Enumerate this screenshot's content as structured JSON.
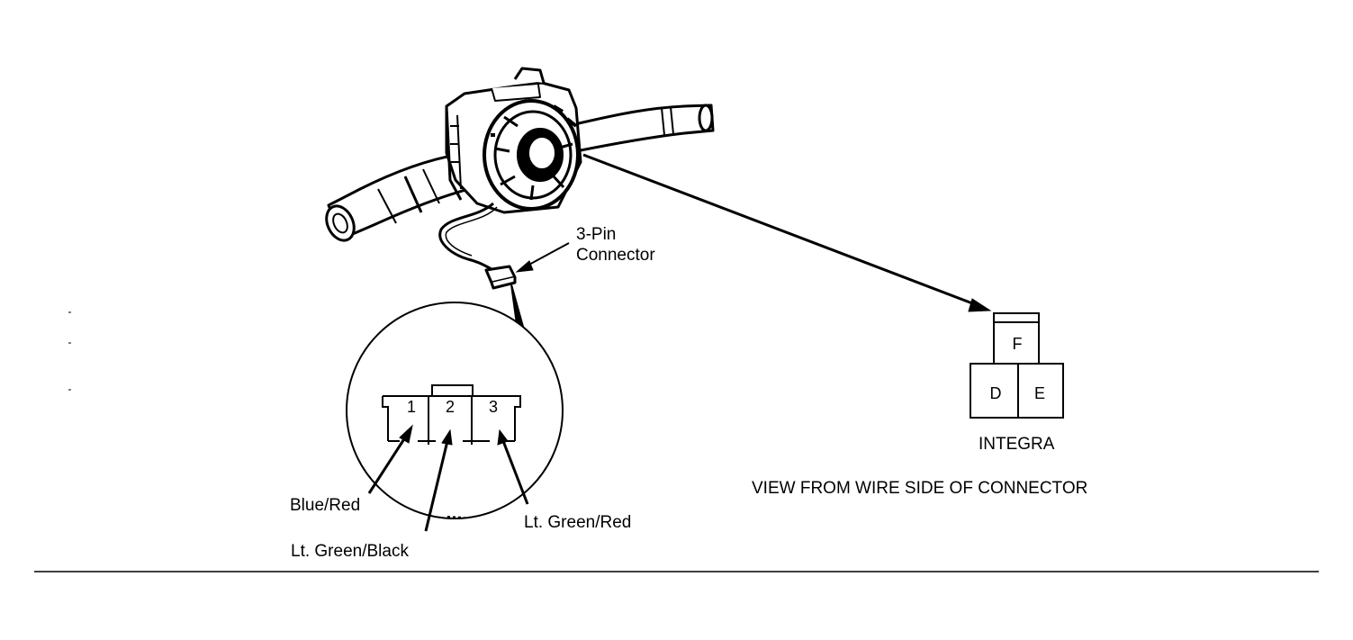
{
  "callouts": {
    "three_pin_connector_line1": "3-Pin",
    "three_pin_connector_line2": "Connector"
  },
  "detail_connector": {
    "pins": [
      "1",
      "2",
      "3"
    ],
    "wires": {
      "pin1": "Blue/Red",
      "pin2": "Lt. Green/Black",
      "pin3": "Lt. Green/Red"
    }
  },
  "integra_connector": {
    "terminals": [
      "F",
      "D",
      "E"
    ],
    "model_label": "INTEGRA",
    "view_note": "VIEW FROM WIRE SIDE OF CONNECTOR"
  },
  "colors": {
    "ink": "#000000",
    "paper": "#ffffff"
  }
}
